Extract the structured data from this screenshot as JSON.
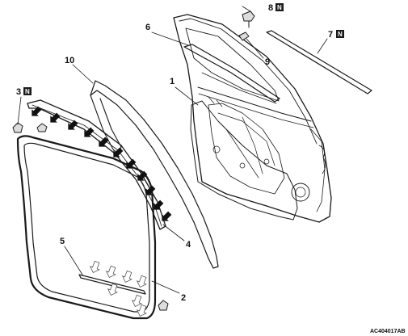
{
  "diagram": {
    "figure_code": "AC404017AB",
    "badge_letter": "N",
    "colors": {
      "line": "#1a1a1a",
      "badge_bg": "#1a1a1a",
      "badge_fg": "#ffffff",
      "background": "#ffffff"
    },
    "callouts": [
      {
        "id": "1",
        "label": "1",
        "has_badge": false
      },
      {
        "id": "2",
        "label": "2",
        "has_badge": false
      },
      {
        "id": "3",
        "label": "3",
        "has_badge": true
      },
      {
        "id": "4",
        "label": "4",
        "has_badge": false
      },
      {
        "id": "5",
        "label": "5",
        "has_badge": false
      },
      {
        "id": "6",
        "label": "6",
        "has_badge": false
      },
      {
        "id": "7",
        "label": "7",
        "has_badge": true
      },
      {
        "id": "8",
        "label": "8",
        "has_badge": true
      },
      {
        "id": "9",
        "label": "9",
        "has_badge": false
      },
      {
        "id": "10",
        "label": "10",
        "has_badge": false
      }
    ]
  }
}
